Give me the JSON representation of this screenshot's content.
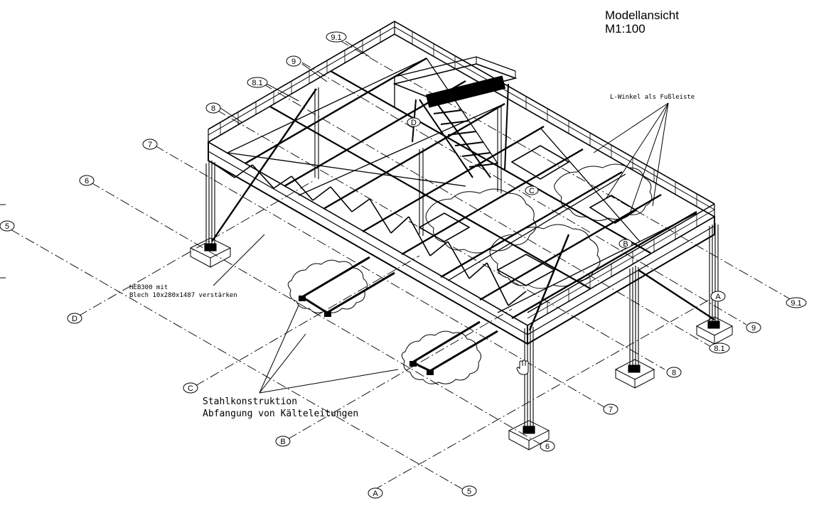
{
  "title": {
    "line1": "Modellansicht",
    "line2": "M1:100"
  },
  "annotations": {
    "winkel": "L-Winkel als Fußleiste",
    "heb_line1": "HEB300 mit",
    "heb_line2": "Blech 10x280x1487 verstärken",
    "stahl_line1": "Stahlkonstruktion",
    "stahl_line2": "Abfangung von Kälteleitungen"
  },
  "grid_labels": {
    "top_9_1": "9.1",
    "top_9": "9",
    "top_8_1": "8.1",
    "top_8": "8",
    "left_7": "7",
    "left_6": "6",
    "left_5": "5",
    "left_D": "D",
    "left_C": "C",
    "left_B": "B",
    "bottom_A": "A",
    "bottom_5": "5",
    "mid_6": "6",
    "mid_7": "7",
    "mid_8": "8",
    "right_8_1": "8.1",
    "right_9": "9",
    "right_9_1": "9.1",
    "right_A": "A",
    "inner_C": "C",
    "inner_D": "D",
    "inner_B": "B"
  }
}
